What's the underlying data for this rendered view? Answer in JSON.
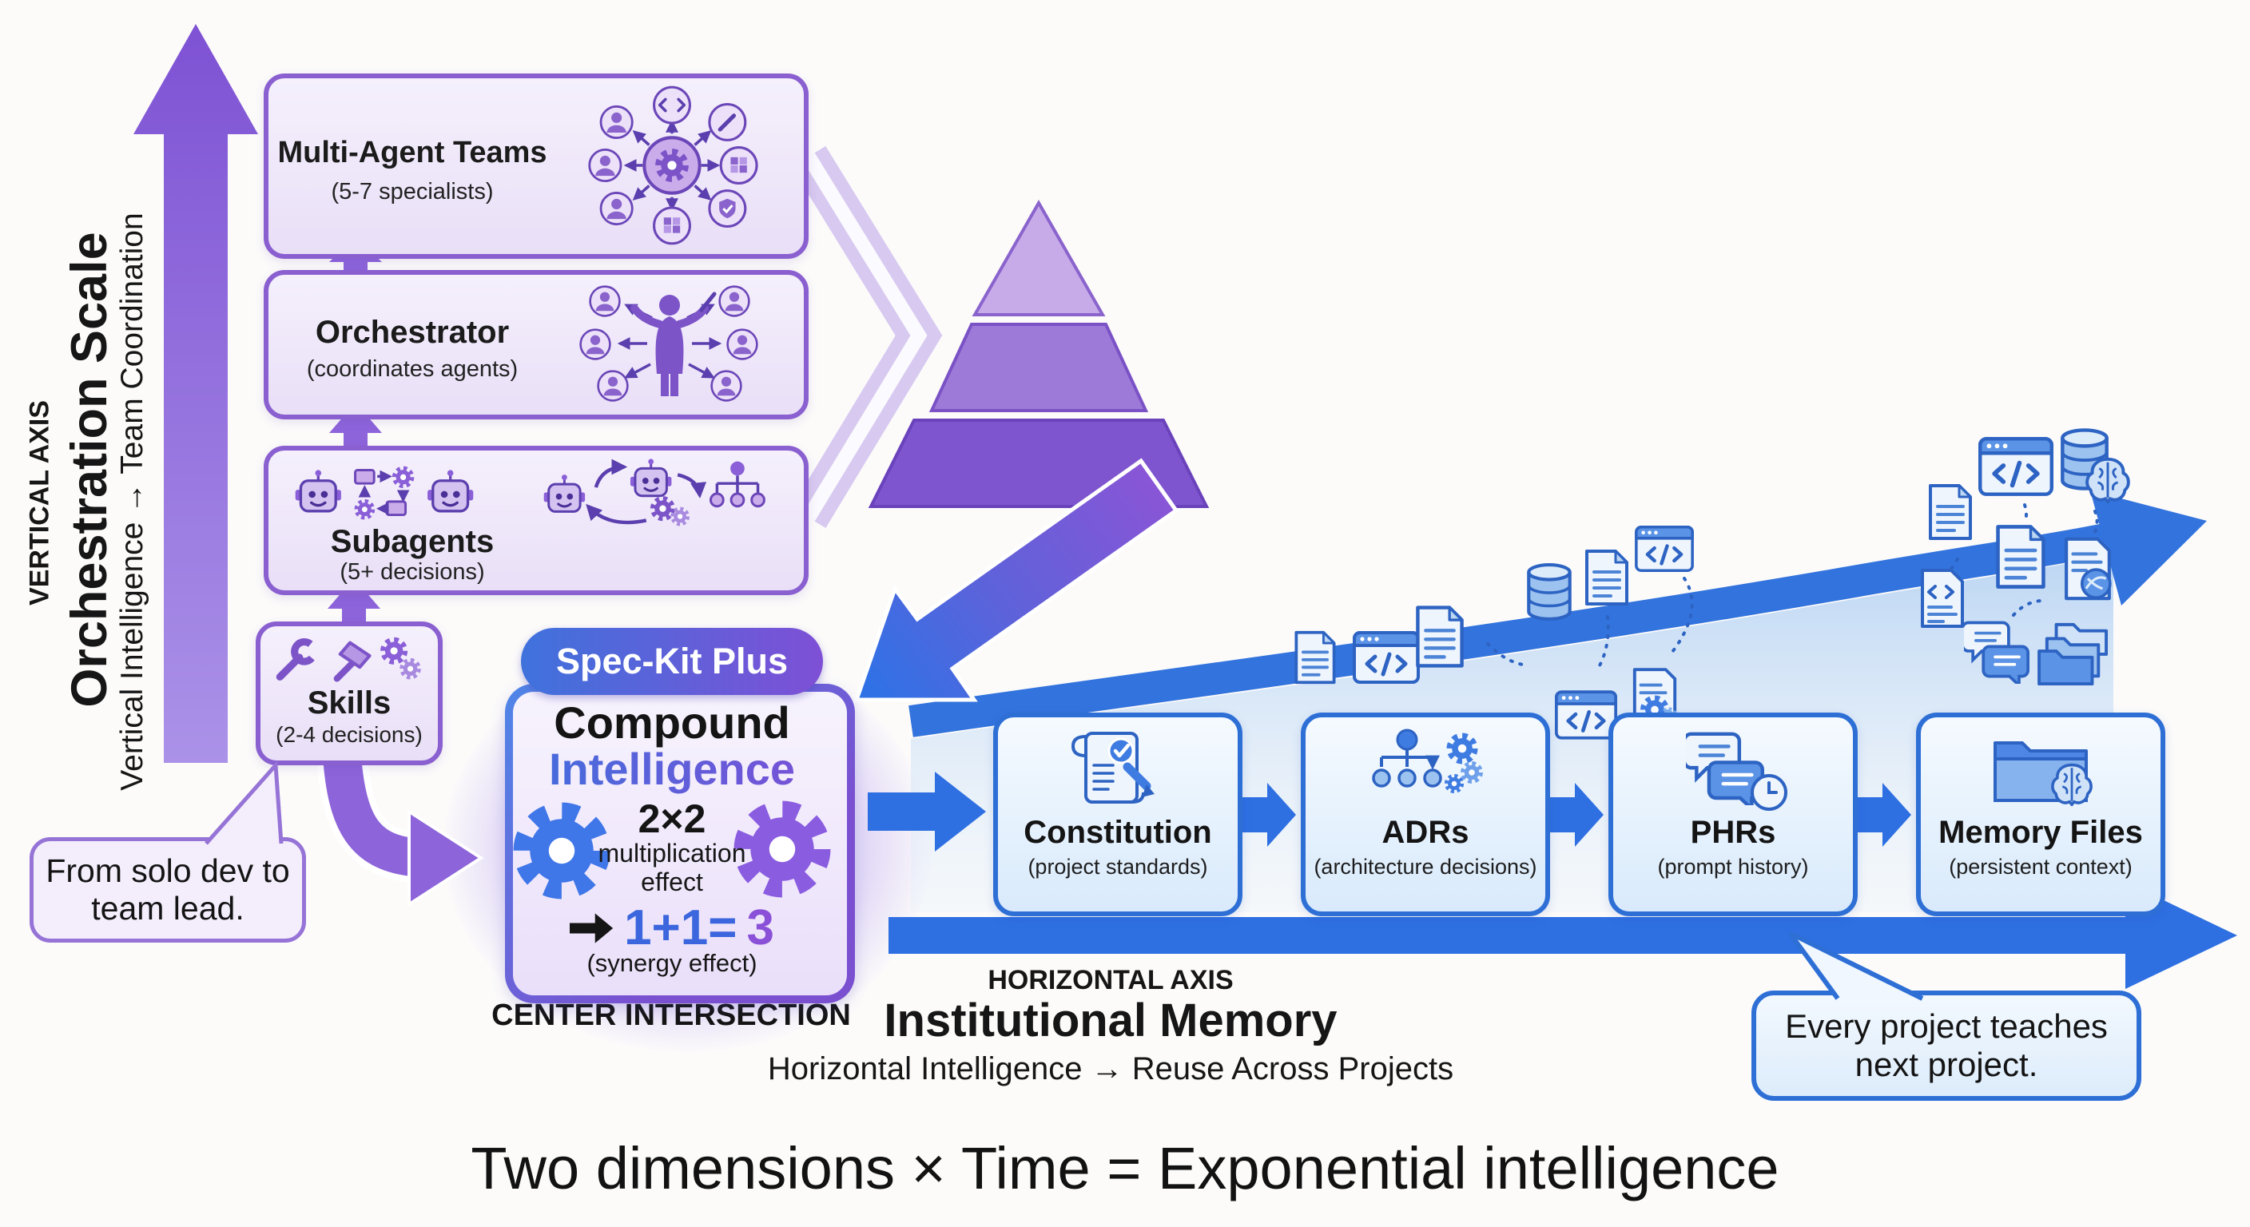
{
  "colors": {
    "accent_purple": "#8a5fd0",
    "accent_blue": "#2e6fd6",
    "arrow_blue": "#2e72e0",
    "pill_gradient_left": "#3f72dc",
    "pill_gradient_right": "#7e50d6"
  },
  "vertical_axis": {
    "kicker": "VERTICAL AXIS",
    "title": "Orchestration Scale",
    "subtitle": "Vertical Intelligence → Team Coordination"
  },
  "ladder": {
    "items": [
      {
        "title": "Multi-Agent Teams",
        "subtitle": "(5-7 specialists)"
      },
      {
        "title": "Orchestrator",
        "subtitle": "(coordinates agents)"
      },
      {
        "title": "Subagents",
        "subtitle": "(5+ decisions)"
      },
      {
        "title": "Skills",
        "subtitle": "(2-4 decisions)"
      }
    ]
  },
  "left_bubble": {
    "text": "From solo dev to team lead."
  },
  "center": {
    "badge": "Spec-Kit Plus",
    "title_black": "Compound",
    "title_gradient": "Intelligence",
    "multiplier": "2×2",
    "multiplier_caption1": "multiplication",
    "multiplier_caption2": "effect",
    "equation_blue": "1+1=",
    "equation_purple": "3",
    "equation_caption": "(synergy effect)",
    "label": "CENTER INTERSECTION"
  },
  "flow": {
    "items": [
      {
        "title": "Constitution",
        "subtitle": "(project standards)"
      },
      {
        "title": "ADRs",
        "subtitle": "(architecture decisions)"
      },
      {
        "title": "PHRs",
        "subtitle": "(prompt history)"
      },
      {
        "title": "Memory Files",
        "subtitle": "(persistent context)"
      }
    ]
  },
  "horizontal_axis": {
    "kicker": "HORIZONTAL AXIS",
    "title": "Institutional Memory",
    "subtitle": "Horizontal Intelligence → Reuse Across Projects"
  },
  "right_bubble": {
    "text": "Every project teaches next project."
  },
  "footer": {
    "title": "Two dimensions × Time = Exponential intelligence"
  }
}
